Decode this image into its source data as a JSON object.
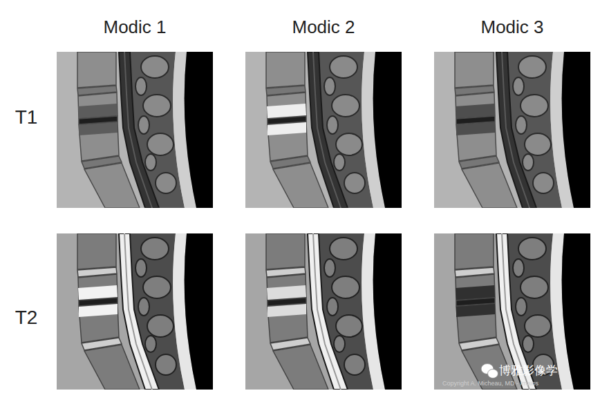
{
  "diagram": {
    "labels": [
      "Modic 1",
      "Modic 2",
      "Modic 3",
      "T1",
      "T2",
      "博雅影像学",
      "Copyright A. Micheau, MD - Imaios"
    ]
  }
}
